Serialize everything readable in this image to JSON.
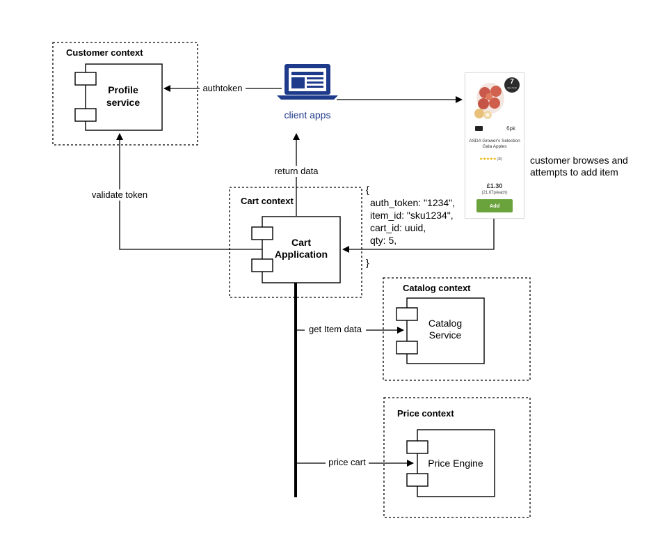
{
  "contexts": {
    "customer": "Customer context",
    "cart": "Cart context",
    "catalog": "Catalog context",
    "price": "Price context"
  },
  "components": {
    "profile_line1": "Profile",
    "profile_line2": "service",
    "cart_line1": "Cart",
    "cart_line2": "Application",
    "catalog_line1": "Catalog",
    "catalog_line2": "Service",
    "price": "Price Engine"
  },
  "client_apps": "client apps",
  "edges": {
    "authtoken": "authtoken",
    "validate_token": "validate token",
    "return_data": "return data",
    "get_item_data": "get Item data",
    "price_cart": "price cart"
  },
  "annotation": "customer browses and attempts to add item",
  "annotation_lines": [
    "customer browses and",
    "attempts to add item"
  ],
  "payload": {
    "open": "{",
    "lines": [
      "auth_token: \"1234\",",
      "item_id: \"sku1234\",",
      "cart_id: uuid,",
      "qty: 5,"
    ],
    "close": "}"
  },
  "product_card": {
    "badge_number": "7",
    "badge_text": "days fresh",
    "pack": "6pk",
    "name": "ASDA Grower's Selection Gala Apples",
    "stars": "★★★★★",
    "review_count": "(28)",
    "price": "£1.30",
    "unit_price": "(21.67p/each)",
    "add_label": "Add"
  },
  "colors": {
    "client_blue": "#1e3a8a",
    "add_green": "#6aa33b"
  }
}
